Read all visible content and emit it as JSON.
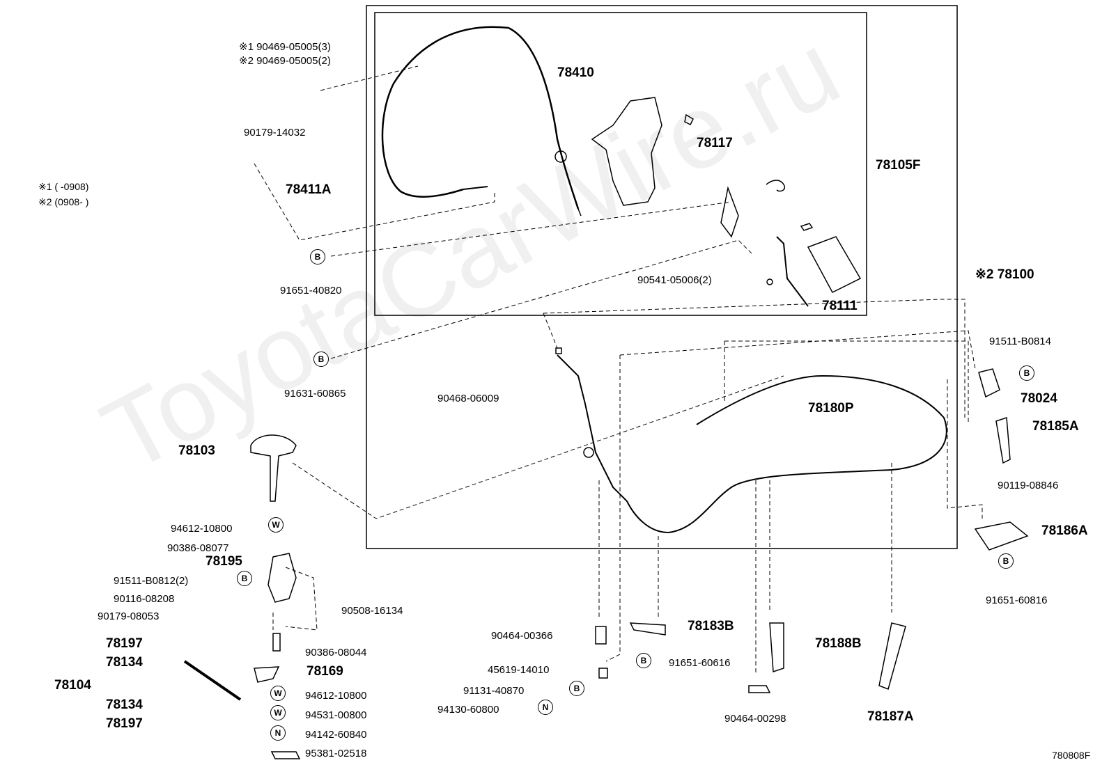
{
  "diagram_id": "780808F",
  "watermark": "ToyotaCarWire.ru",
  "notes": {
    "note1": "※1 (        -0908)",
    "note2": "※2 (0908-        )"
  },
  "circle_symbols": {
    "B": "B",
    "W": "W",
    "N": "N"
  },
  "labels": {
    "p90469_1": "※1 90469-05005(3)",
    "p90469_2": "※2 90469-05005(2)",
    "p78410": "78410",
    "p90179_14032": "90179-14032",
    "p78117": "78117",
    "p78105F": "78105F",
    "p78411A": "78411A",
    "p91651_40820": "91651-40820",
    "p90541": "90541-05006(2)",
    "p78111": "78111",
    "p78100": "※2 78100",
    "p91511_B0814": "91511-B0814",
    "p91631_60865": "91631-60865",
    "p78024": "78024",
    "p90468": "90468-06009",
    "p78180P": "78180P",
    "p78185A": "78185A",
    "p78103": "78103",
    "p90119": "90119-08846",
    "p94612_a": "94612-10800",
    "p78186A": "78186A",
    "p90386_08077": "90386-08077",
    "p78195": "78195",
    "p91511_B0812": "91511-B0812(2)",
    "p90116": "90116-08208",
    "p90508": "90508-16134",
    "p90179_08053": "90179-08053",
    "p91651_60816": "91651-60816",
    "p90464_00366": "90464-00366",
    "p78183B": "78183B",
    "p78188B": "78188B",
    "p78197_a": "78197",
    "p90386_08044": "90386-08044",
    "p78134_a": "78134",
    "p78169": "78169",
    "p45619": "45619-14010",
    "p91651_60616": "91651-60616",
    "p78104": "78104",
    "p94612_b": "94612-10800",
    "p91131": "91131-40870",
    "p78134_b": "78134",
    "p94531": "94531-00800",
    "p94130": "94130-60800",
    "p90464_00298": "90464-00298",
    "p78187A": "78187A",
    "p78197_b": "78197",
    "p94142": "94142-60840",
    "p95381": "95381-02518"
  }
}
